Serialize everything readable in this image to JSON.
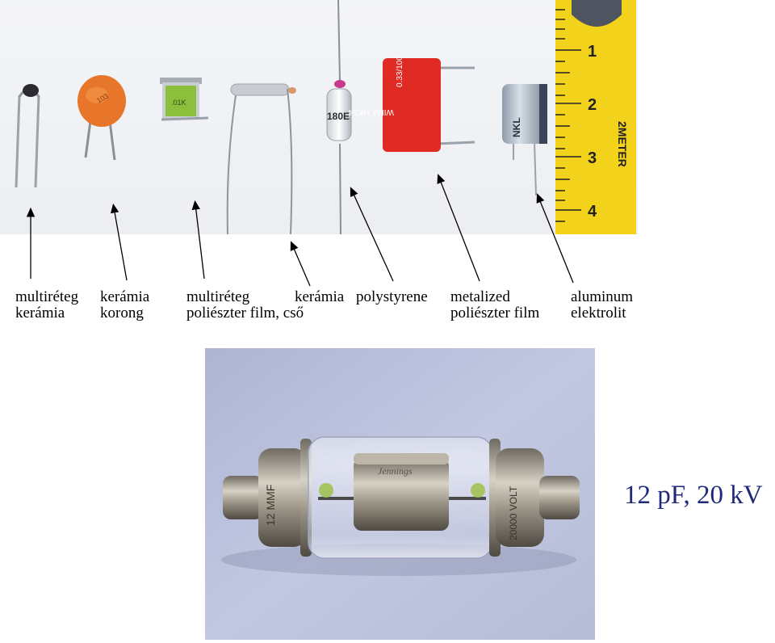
{
  "labels": {
    "multilayer_ceramic_line1": "multiréteg",
    "multilayer_ceramic_line2": "kerámia",
    "ceramic_disc_line1": "kerámia",
    "ceramic_disc_line2": "korong",
    "multilayer_polyester_line1": "multiréteg",
    "ceramic_tube_line1": "kerámia",
    "polyester_tube_line2": "poliészter film, cső",
    "polystyrene": "polystyrene",
    "metalized_line1": "metalized",
    "metalized_line2": "poliészter film",
    "aluminum_line1": "aluminum",
    "aluminum_line2": "elektrolit"
  },
  "component_markings": {
    "ceramic_tube_marking": "180E",
    "wima_capacitor": "0.33/100",
    "wima_brand": "WIMA MKS4",
    "electrolytic": "NKL",
    "ruler_unit": "2METER",
    "ruler_numbers": [
      "1",
      "2",
      "3",
      "4"
    ]
  },
  "vacuum_capacitor": {
    "left_cap_marking": "12 MMF",
    "right_cap_marking": "20000 VOLT"
  },
  "spec": "12 pF, 20 kV",
  "colors": {
    "spec_text": "#1f2a7a",
    "orange_disc": "#e8762a",
    "wima_red": "#e02a24",
    "ruler_yellow": "#f3d21b",
    "photo_background": "#b8bfd8"
  }
}
